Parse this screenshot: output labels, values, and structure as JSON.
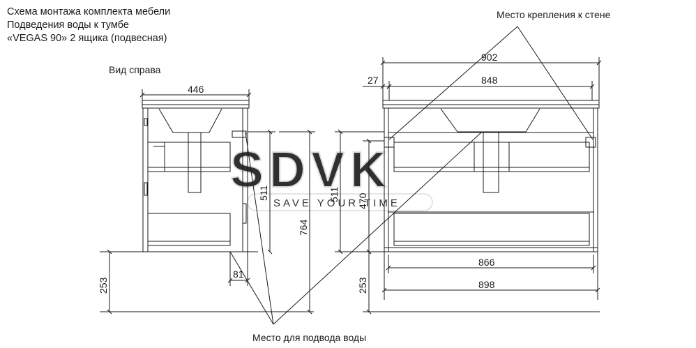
{
  "title_lines": [
    "Схема монтажа комплекта мебели",
    "Подведения воды к тумбе",
    "«VEGAS 90» 2 ящика (подвесная)"
  ],
  "side_view_label": "Вид справа",
  "wall_mount_label": "Место крепления к стене",
  "water_supply_label": "Место для подвода воды",
  "watermark": {
    "logo_text": "SDVK",
    "slogan": "SAVE YOUR TIME"
  },
  "dimensions": {
    "side_width": "446",
    "side_outlet_height": "511",
    "side_total_height": "764",
    "side_floor_height": "253",
    "side_outlet_offset": "81",
    "front_outlet_height": "511",
    "front_mount_height": "470",
    "front_floor_height": "253",
    "front_top_width": "902",
    "front_wall_offset": "27",
    "front_inner_width": "848",
    "front_bottom_inner_width": "866",
    "front_bottom_width": "898"
  },
  "colors": {
    "line": "#1a1a1a",
    "watermark": "#e3e3e3"
  }
}
